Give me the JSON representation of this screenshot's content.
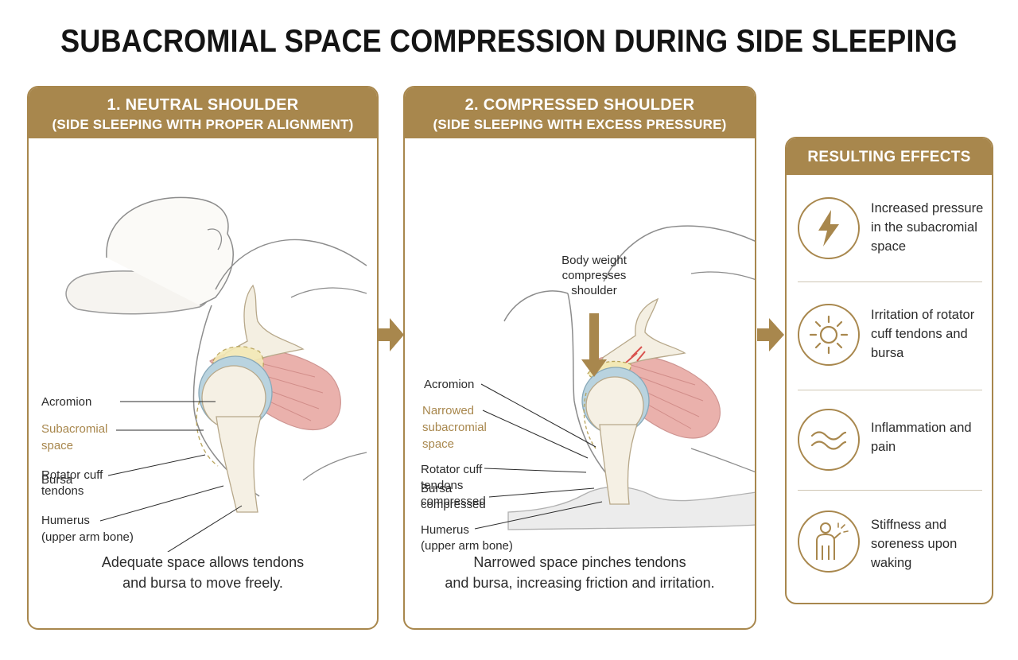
{
  "title": "SUBACROMIAL SPACE COMPRESSION DURING SIDE SLEEPING",
  "colors": {
    "accent": "#a8874d",
    "inflammation": "#d9534f",
    "tendon": "#e4a3a3",
    "bone": "#f2ede1",
    "cartilage": "#a9c8d6"
  },
  "panel_neutral": {
    "header_line1": "1. NEUTRAL SHOULDER",
    "header_line2": "(SIDE SLEEPING WITH PROPER ALIGNMENT)",
    "labels": {
      "acromion": "Acromion",
      "subacromial_1": "Subacromial",
      "subacromial_2": "space",
      "rotator_1": "Rotator cuff",
      "rotator_2": "tendons",
      "humerus_1": "Humerus",
      "humerus_2": "(upper arm bone)",
      "bursa": "Bursa"
    },
    "caption_line1": "Adequate space allows tendons",
    "caption_line2": "and bursa to move freely."
  },
  "panel_compressed": {
    "header_line1": "2. COMPRESSED SHOULDER",
    "header_line2": "(SIDE SLEEPING WITH EXCESS PRESSURE)",
    "weight_note": [
      "Body weight",
      "compresses",
      "shoulder"
    ],
    "labels": {
      "acromion": "Acromion",
      "narrowed_1": "Narrowed",
      "narrowed_2": "subacromial",
      "narrowed_3": "space",
      "rotator_1": "Rotator cuff",
      "rotator_2": "tendons",
      "rotator_3": "compressed",
      "humerus_1": "Humerus",
      "humerus_2": "(upper arm bone)",
      "bursa_1": "Bursa",
      "bursa_2": "compressed"
    },
    "caption_line1": "Narrowed space pinches tendons",
    "caption_line2": "and bursa, increasing friction and irritation."
  },
  "effects": {
    "header": "RESULTING EFFECTS",
    "items": [
      {
        "icon": "lightning-bolt-icon",
        "lines": [
          "Increased pressure",
          "in the subacromial",
          "space"
        ]
      },
      {
        "icon": "sun-irritation-icon",
        "lines": [
          "Irritation of rotator",
          "cuff tendons and",
          "bursa"
        ]
      },
      {
        "icon": "wavy-lines-icon",
        "lines": [
          "Inflammation and",
          "pain"
        ]
      },
      {
        "icon": "person-sore-shoulder-icon",
        "lines": [
          "Stiffness and",
          "soreness upon",
          "waking"
        ]
      }
    ]
  }
}
